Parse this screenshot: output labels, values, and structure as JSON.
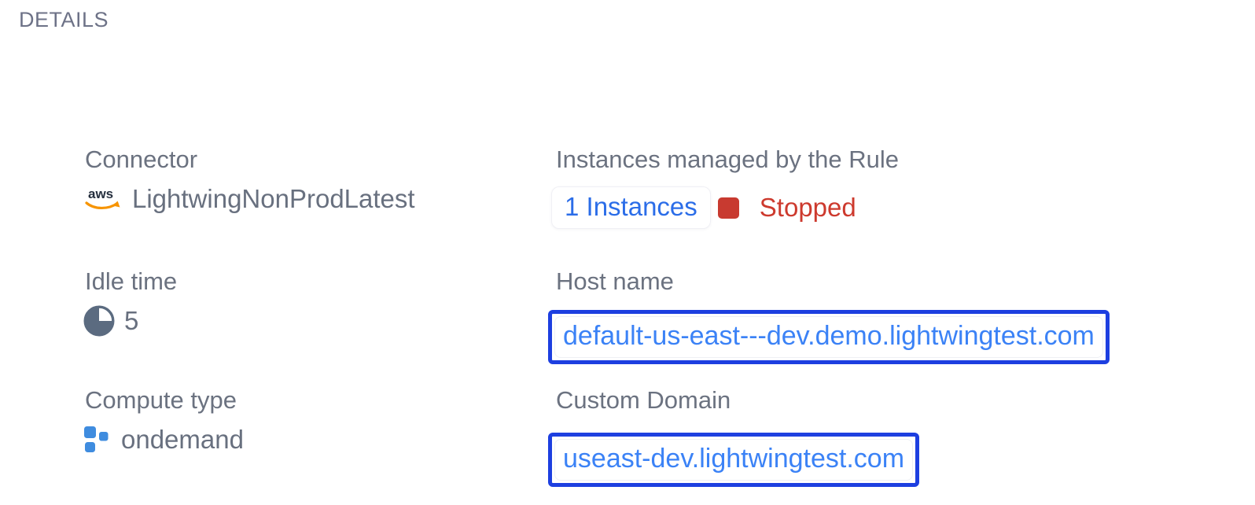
{
  "page": {
    "heading": "DETAILS"
  },
  "colors": {
    "heading_gray": "#6d7287",
    "label_gray": "#6b7280",
    "value_gray": "#68707f",
    "link_blue": "#2b6de8",
    "domain_text_blue": "#3b82f6",
    "box_border_blue": "#1d3fe0",
    "stopped_red": "#cd3a2e",
    "status_square_red": "#c83a30",
    "aws_dark": "#252f3e",
    "aws_orange": "#f79400",
    "icon_slate": "#5b6b80",
    "compute_blue": "#3f8cdf"
  },
  "fields": {
    "connector": {
      "label": "Connector",
      "value": "LightwingNonProdLatest",
      "icon": "aws-icon"
    },
    "instances": {
      "label": "Instances managed by the Rule",
      "count_link": "1 Instances",
      "status": "Stopped",
      "status_icon": "stopped-status-square-icon"
    },
    "idle_time": {
      "label": "Idle time",
      "value": "5",
      "icon": "idle-pie-clock-icon"
    },
    "host_name": {
      "label": "Host name",
      "value": "default-us-east---dev.demo.lightwingtest.com"
    },
    "compute_type": {
      "label": "Compute type",
      "value": "ondemand",
      "icon": "compute-squares-icon"
    },
    "custom_domain": {
      "label": "Custom Domain",
      "value": "useast-dev.lightwingtest.com"
    }
  }
}
